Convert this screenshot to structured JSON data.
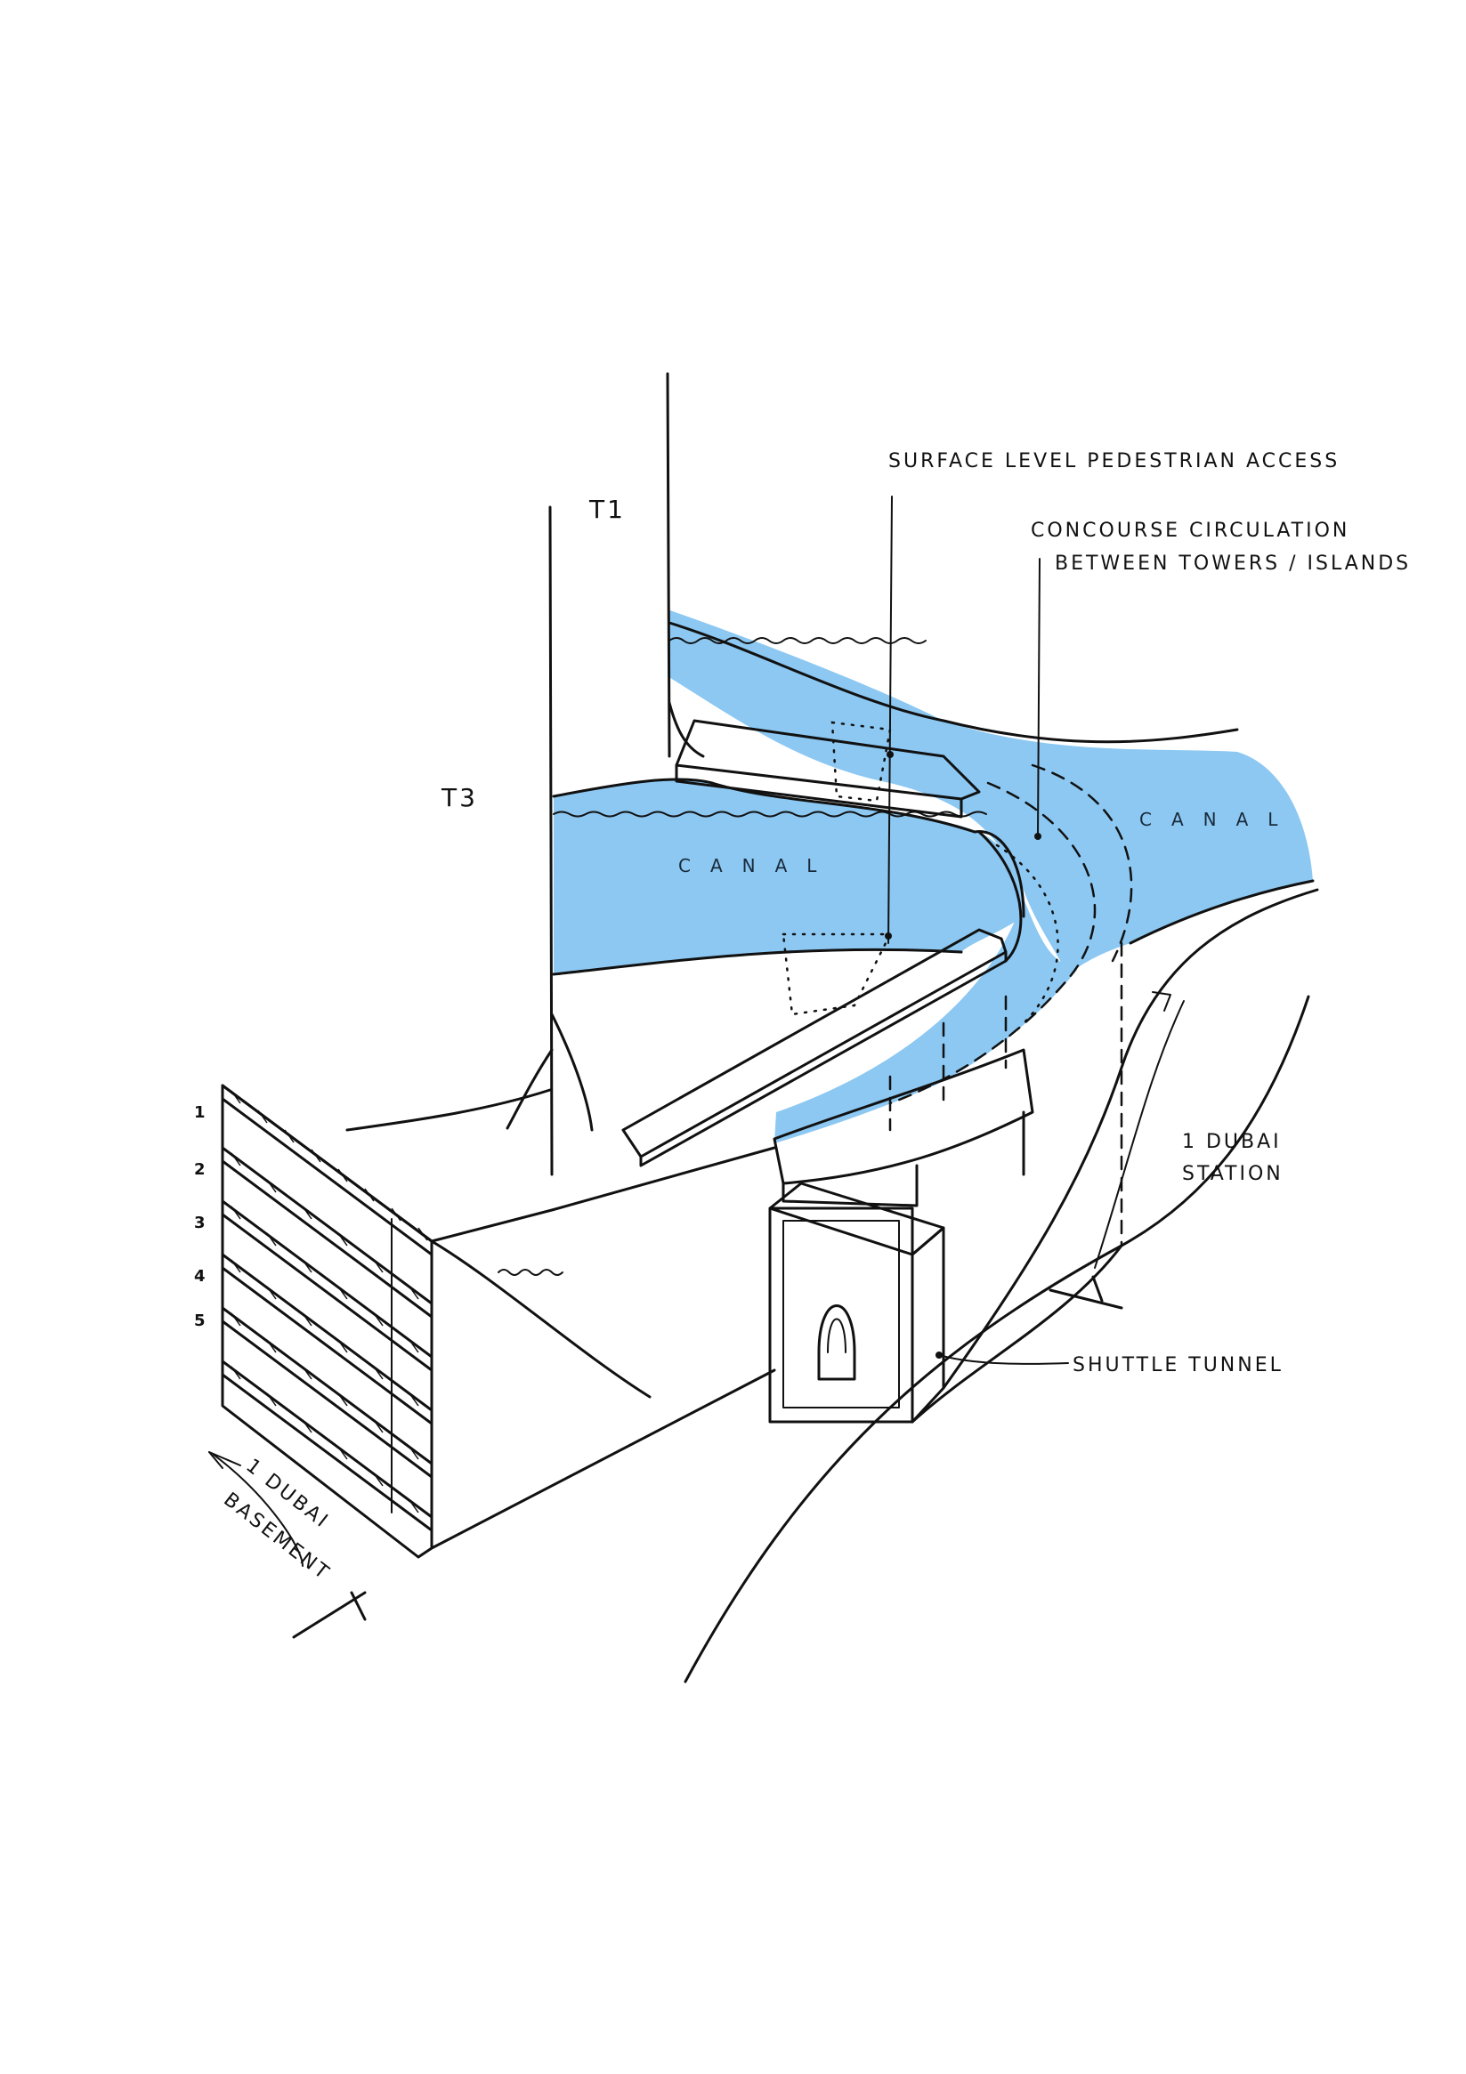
{
  "colors": {
    "ink": "#111111",
    "canal_water": "#8cc8f2",
    "paper": "#ffffff"
  },
  "labels": {
    "tower_t1": "T1",
    "tower_t3": "T3",
    "surface_access": "SURFACE LEVEL PEDESTRIAN ACCESS",
    "concourse_line1": "CONCOURSE CIRCULATION",
    "concourse_line2": "BETWEEN TOWERS / ISLANDS",
    "canal_left": "CANAL",
    "canal_right": "CANAL",
    "station_line1": "1 DUBAI",
    "station_line2": "STATION",
    "shuttle_tunnel": "SHUTTLE TUNNEL",
    "basement_line1": "1 DUBAI",
    "basement_line2": "BASEMENT"
  },
  "basement_levels": [
    "1",
    "2",
    "3",
    "4",
    "5"
  ]
}
